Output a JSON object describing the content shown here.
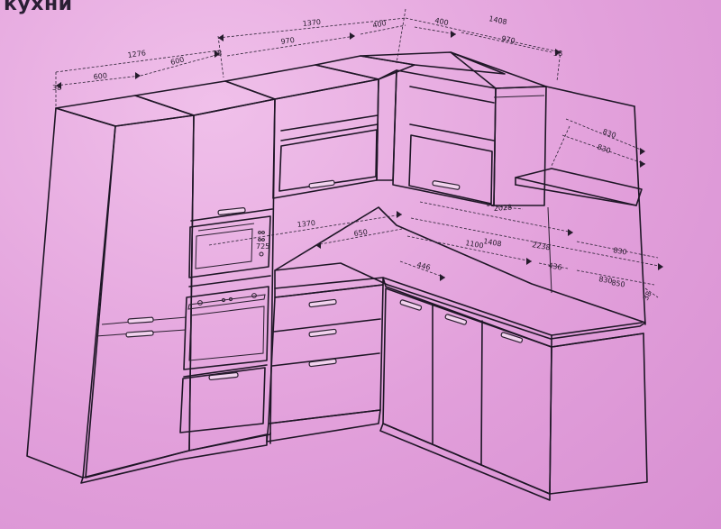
{
  "heading": "кухни",
  "dimensions": {
    "d1370_top": "1370",
    "d400_top_a": "400",
    "d400_top_b": "400",
    "d1408_top": "1408",
    "d1276": "1276",
    "d970_a": "970",
    "d970_b": "970",
    "d600_a": "600",
    "d600_b": "600",
    "d38_a": "38",
    "d38_b": "38",
    "d38_c": "38",
    "d38_d": "38",
    "d830_a": "830",
    "d830_b": "830",
    "d1370_mid": "1370",
    "d650": "650",
    "d1408_mid": "1408",
    "d2238": "2238",
    "d1100": "1100",
    "d830_c": "830",
    "d436": "436",
    "d830_d": "830",
    "d850": "850",
    "d446": "446",
    "d2028": "2028",
    "d725": "725"
  },
  "colors": {
    "paper": "#e7a3df",
    "ink": "#1e1626"
  }
}
